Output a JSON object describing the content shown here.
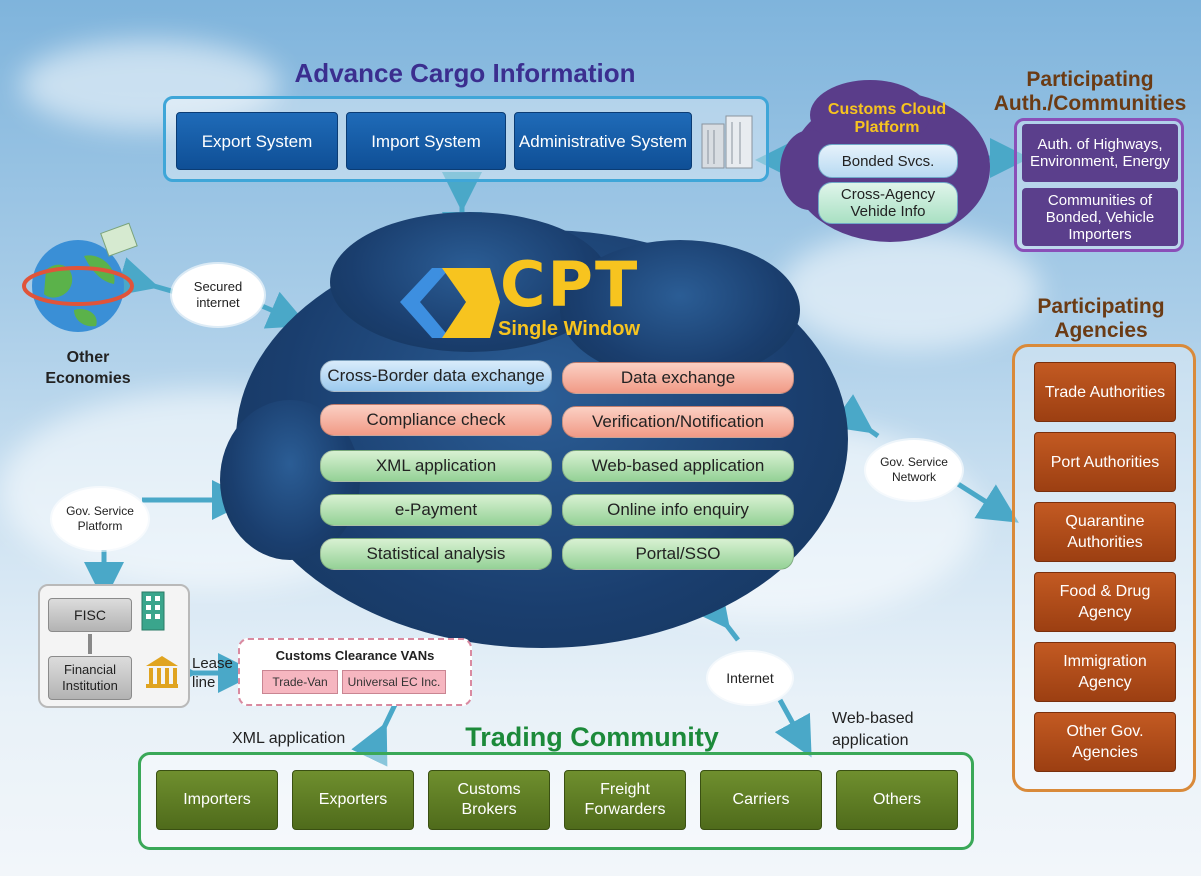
{
  "titles": {
    "aci": "Advance Cargo Information",
    "auth": "Participating Auth./Communities",
    "agencies": "Participating Agencies",
    "trading": "Trading Community"
  },
  "aci_systems": [
    "Export System",
    "Import System",
    "Administrative System"
  ],
  "customs_cloud": {
    "title": "Customs Cloud Platform",
    "items": [
      "Bonded Svcs.",
      "Cross-Agency Vehide Info"
    ]
  },
  "auth_items": [
    "Auth. of Highways, Environment, Energy",
    "Communities of Bonded, Vehicle Importers"
  ],
  "agencies": [
    "Trade Authorities",
    "Port Authorities",
    "Quarantine Authorities",
    "Food & Drug Agency",
    "Immigration Agency",
    "Other Gov. Agencies"
  ],
  "cpt": {
    "logo": "CPT",
    "subtitle": "Single Window",
    "left_services": [
      "Cross-Border data exchange",
      "Compliance check",
      "XML application",
      "e-Payment",
      "Statistical analysis"
    ],
    "right_services": [
      "Data exchange",
      "Verification/Notification",
      "Web-based application",
      "Online info enquiry",
      "Portal/SSO"
    ]
  },
  "connectors": {
    "secured_internet": "Secured internet",
    "gov_service_platform": "Gov. Service Platform",
    "gov_service_network": "Gov. Service Network",
    "internet": "Internet"
  },
  "other_economies": "Other Economies",
  "fisc": {
    "fisc": "FISC",
    "financial": "Financial Institution",
    "lease_line": "Lease line"
  },
  "vans": {
    "title": "Customs Clearance VANs",
    "items": [
      "Trade-Van",
      "Universal EC Inc."
    ]
  },
  "labels": {
    "xml_application": "XML application",
    "web_based_application": "Web-based application"
  },
  "trading": [
    "Importers",
    "Exporters",
    "Customs Brokers",
    "Freight Forwarders",
    "Carriers",
    "Others"
  ],
  "colors": {
    "aci_blue": "#1f6bb8",
    "agency_brown": "#c35a22",
    "auth_purple": "#5b3f8c",
    "trading_green": "#6f8f2e",
    "cpt_cloud": "#1a3e6e",
    "logo_yellow": "#f7c41f"
  }
}
